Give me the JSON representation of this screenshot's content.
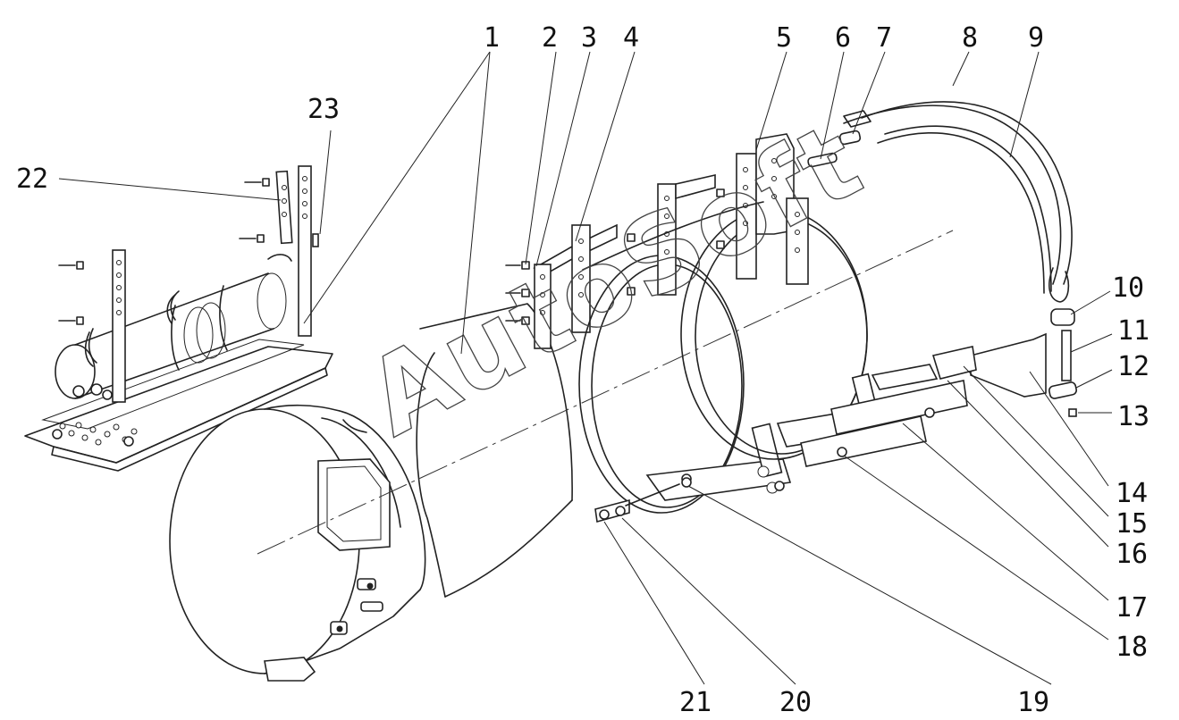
{
  "watermark": "AutoSoft",
  "callouts": [
    "1",
    "2",
    "3",
    "4",
    "5",
    "6",
    "7",
    "8",
    "9",
    "10",
    "11",
    "12",
    "13",
    "14",
    "15",
    "16",
    "17",
    "18",
    "19",
    "20",
    "21",
    "22",
    "23"
  ]
}
